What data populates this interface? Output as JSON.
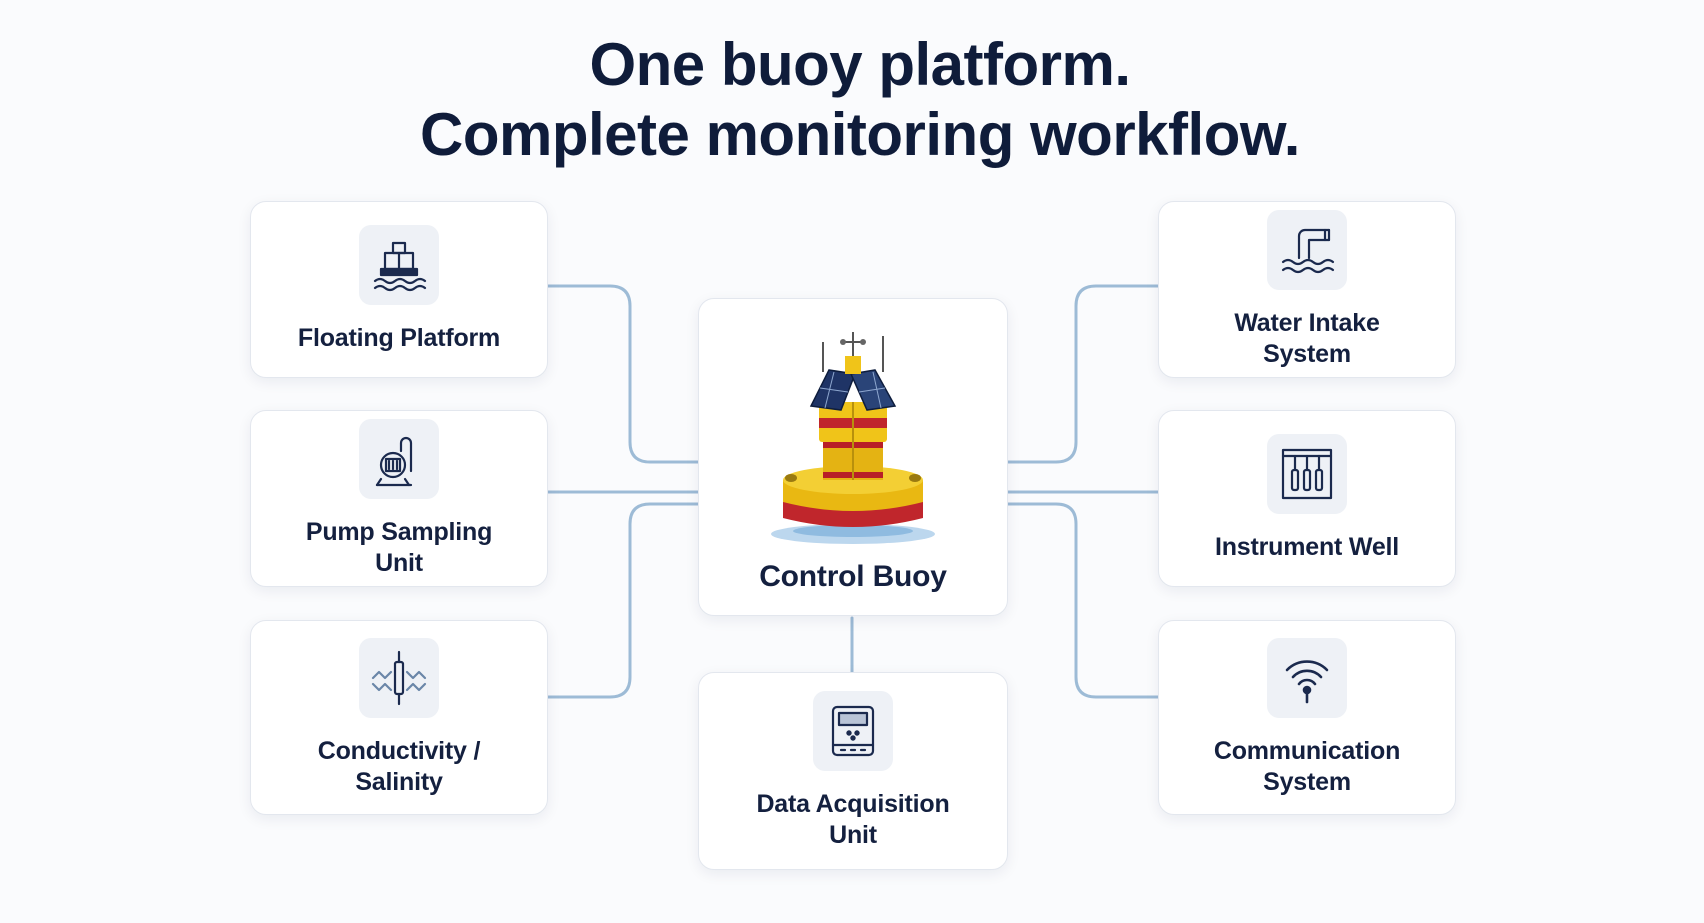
{
  "header": {
    "title_line1": "One buoy platform.",
    "title_line2": "Complete monitoring workflow."
  },
  "colors": {
    "title": "#0f1c3a",
    "connector": "#9dbbd6",
    "card_border": "#e3e7ee",
    "icon_tile": "#eef1f6",
    "icon_stroke": "#1b2a4e",
    "buoy_yellow": "#f0c419",
    "buoy_red": "#c0262c"
  },
  "center": {
    "label": "Control Buoy",
    "icon": "buoy-illustration"
  },
  "left_components": [
    {
      "label": "Floating Platform",
      "icon": "floating-platform-icon"
    },
    {
      "label": "Pump Sampling\nUnit",
      "icon": "pump-icon"
    },
    {
      "label": "Conductivity /\nSalinity",
      "icon": "conductivity-probe-icon"
    }
  ],
  "right_components": [
    {
      "label": "Water Intake\nSystem",
      "icon": "water-intake-icon"
    },
    {
      "label": "Instrument Well",
      "icon": "instrument-well-icon"
    },
    {
      "label": "Communication\nSystem",
      "icon": "antenna-signal-icon"
    }
  ],
  "bottom_component": {
    "label": "Data Acquisition\nUnit",
    "icon": "data-logger-icon"
  }
}
